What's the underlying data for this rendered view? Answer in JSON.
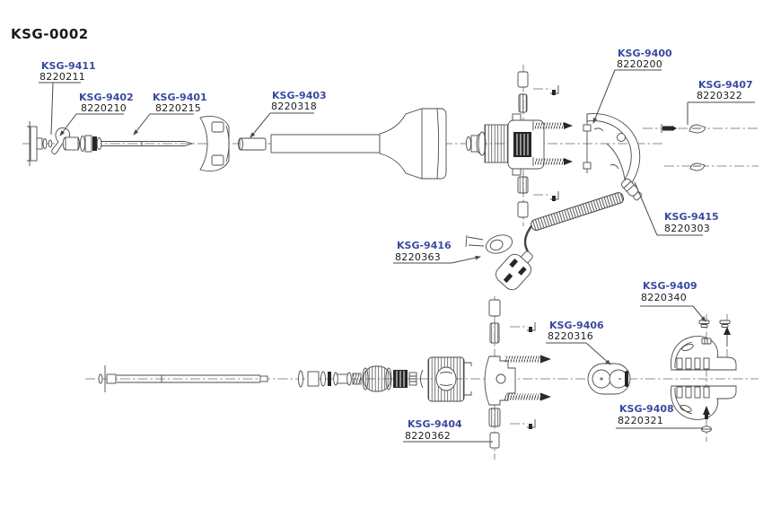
{
  "title": "KSG-0002",
  "colors": {
    "label_blue": "#3a4a9f",
    "number_black": "#1c1c1c",
    "line_gray": "#4a4a4a"
  },
  "labels": [
    {
      "code": "KSG-9411",
      "number": "8220211"
    },
    {
      "code": "KSG-9402",
      "number": "8220210"
    },
    {
      "code": "KSG-9401",
      "number": "8220215"
    },
    {
      "code": "KSG-9403",
      "number": "8220318"
    },
    {
      "code": "KSG-9400",
      "number": "8220200"
    },
    {
      "code": "KSG-9407",
      "number": "8220322"
    },
    {
      "code": "KSG-9415",
      "number": "8220303"
    },
    {
      "code": "KSG-9416",
      "number": "8220363"
    },
    {
      "code": "KSG-9409",
      "number": "8220340"
    },
    {
      "code": "KSG-9406",
      "number": "8220316"
    },
    {
      "code": "KSG-9408",
      "number": "8220321"
    },
    {
      "code": "KSG-9404",
      "number": "8220362"
    }
  ]
}
